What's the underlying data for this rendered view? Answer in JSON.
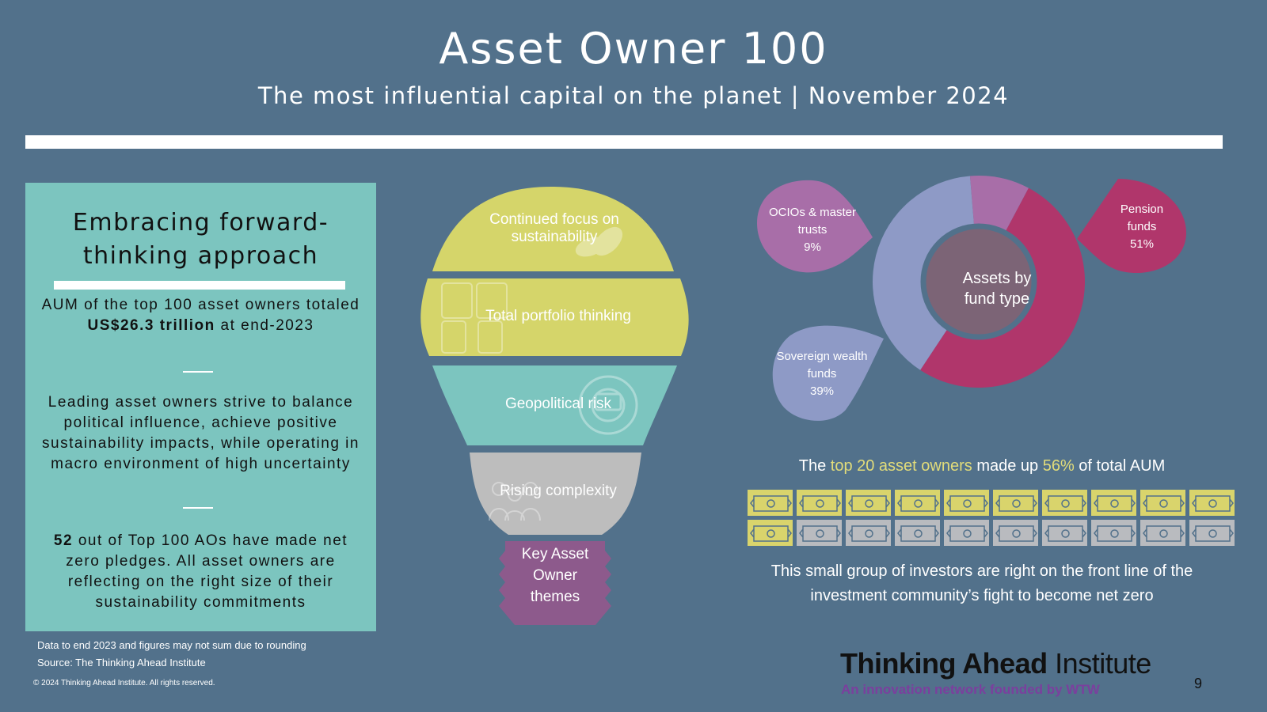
{
  "header": {
    "title": "Asset Owner 100",
    "subtitle": "The most influential capital on the planet  |  November 2024"
  },
  "panel": {
    "heading_line1": "Embracing forward-",
    "heading_line2": "thinking approach",
    "aum_pre": "AUM of the top 100 asset owners totaled ",
    "aum_bold": "US$26.3 trillion",
    "aum_post": " at end-2023",
    "strive": "Leading asset owners strive to balance political influence, achieve positive sustainability impacts, while operating in macro environment of high uncertainty",
    "pledge_bold": "52",
    "pledge_post": " out of Top 100 AOs have made net zero pledges. All asset owners are reflecting on the right size of their sustainability commitments"
  },
  "bulb": {
    "themes": [
      {
        "label": "Continued focus on sustainability",
        "color": "#d5d56a",
        "icon": "leaf-icon"
      },
      {
        "label": "Total portfolio thinking",
        "color": "#d5d56a",
        "icon": "puzzle-icon"
      },
      {
        "label": "Geopolitical risk",
        "color": "#7cc5bf",
        "icon": "gear-icon"
      },
      {
        "label": "Rising complexity",
        "color": "#bdbdbd",
        "icon": "people-icon"
      }
    ],
    "base_label": "Key Asset Owner themes",
    "base_color": "#8d5a8c"
  },
  "chart_data": {
    "type": "pie",
    "title": "Assets by fund type",
    "categories": [
      "Pension funds",
      "Sovereign wealth funds",
      "OCIOs & master trusts"
    ],
    "values": [
      51,
      39,
      9
    ],
    "value_labels": [
      "51%",
      "39%",
      "9%"
    ],
    "colors": [
      "#b0366b",
      "#8e9ac6",
      "#a86ea8"
    ],
    "center_color": "#7c6476"
  },
  "labels": {
    "pension_l1": "Pension",
    "pension_l2": "funds",
    "sovereign_l1": "Sovereign wealth",
    "sovereign_l2": "funds",
    "ocio_l1": "OCIOs & master",
    "ocio_l2": "trusts",
    "center_l1": "Assets by",
    "center_l2": "fund type"
  },
  "top20": {
    "pre": "The ",
    "hl1": "top 20 asset owners",
    "mid": " made up ",
    "hl2": "56%",
    "post": " of total AUM",
    "highlight_color": "#e2dc7a",
    "notes_highlighted": 11,
    "notes_total": 20,
    "note_highlight_color": "#d9d46c",
    "note_base_color": "#b9bbbf"
  },
  "closing": {
    "line1": "This small group of investors are right on the front line of the",
    "line2": "investment community’s fight to become net zero"
  },
  "footer": {
    "note": "Data to end 2023 and figures may not sum due to rounding",
    "source": "Source: The Thinking Ahead Institute",
    "copyright": "© 2024 Thinking Ahead Institute. All rights reserved.",
    "logo_bold": "Thinking Ahead",
    "logo_rest": " Institute",
    "logo_sub": "An innovation network founded by WTW",
    "page": "9"
  }
}
